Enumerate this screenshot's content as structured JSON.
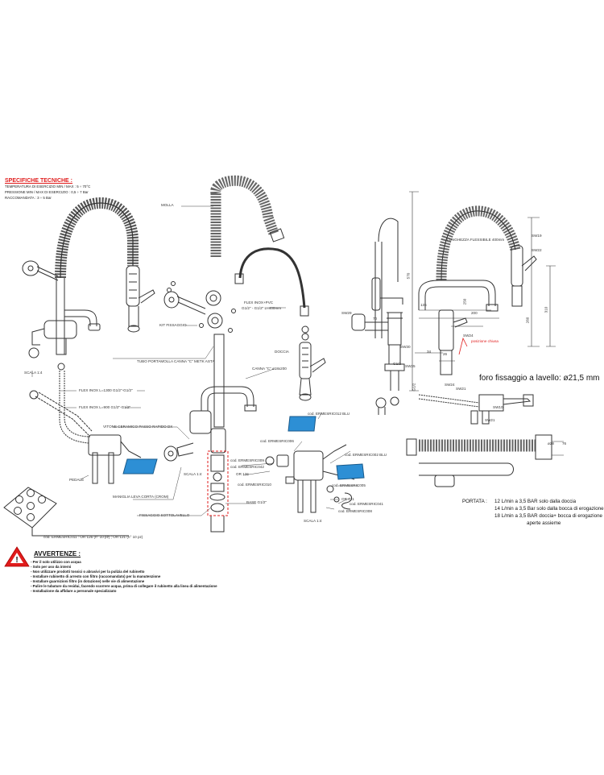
{
  "specs": {
    "title": "SPECIFICHE TECNICHE :",
    "lines": [
      "TEMPERATURA DI ESERCIZIO MIN / MAX : 5 ÷ 70°C",
      "PRESSIONE MIN / MAX DI ESERCIZIO : 0,5 ÷ 7 Bar",
      "RACCOMANDATA : 3 ÷ 5 Bar"
    ]
  },
  "exploded_labels": {
    "molla": "MOLLA",
    "kit_fissaggio": "KIT FISSAGGIO",
    "flex_pvc": "FLEX INOX+PVC",
    "flex_pvc_2": "G1/2\" - G1/2\" L=400mm",
    "tubo": "TUBO PORTAMOLLA CANNA \"C\" METK ASTA",
    "doccia": "DOCCIA",
    "canna": "CANNA \"C\" ø18x200",
    "scala_left": "SCALA 1:4",
    "flex1": "FLEX INOX L=1300 G1/2\"-G1/2\"",
    "flex2": "FLEX INOX L=900 G1/2\"-G1/2\"",
    "vitone": "VITONE CERAMICO PASSO RAPIDO DX",
    "pedale": "PEDALE",
    "scala_mid": "SCALA 1:4",
    "maniglia": "MANIGLIA LEVA CORTA (CROM)",
    "fissaggio": "FISSAGGIO SOTTOLAVELLO",
    "cod6": "cod. ERMESRIC006",
    "cod9": "cod. ERMESRIC009",
    "cod42": "cod. ERMESRIC042",
    "or126": "OR 126",
    "cod10": "cod. ERMESRIC010",
    "base": "BASE G1/2\"",
    "cod12": "cod. ERMESRIC012 BLU",
    "cod2": "cod. ERMESRIC002 BLU",
    "cod5": "cod. ERMESRIC005",
    "or121": "OR 121",
    "cod41": "cod. ERMESRIC041",
    "cod8": "cod. ERMESRIC008",
    "scala_right": "SCALA 1:4",
    "cod11": "cod. ERMESRIC011 : OR 126 (n° 10 pz) ; OR 121 (n° 10 pz)"
  },
  "dimensions": {
    "lunghezza": "LUNGHEZZA FLESSIBILE 400mm",
    "sw19": "SW19",
    "sw22": "SW22",
    "sw29": "SW29",
    "sw30": "SW30",
    "sw25": "SW25",
    "sw24a": "SW24",
    "sw24b": "SW24",
    "sw21a": "SW21",
    "sw10": "SW10",
    "sw21b": "SW21",
    "g12a": "G1/2",
    "g12b": "G1/2",
    "d570": "570",
    "d135": "135",
    "d200": "200",
    "d70": "70",
    "d250": "250",
    "d260": "260",
    "d310": "310",
    "d26": "26",
    "d34": "34",
    "d28": "ø28",
    "d76": "76",
    "posizione": "posizione chiusa",
    "foro": "foro fissaggio a lavello: ø21,5 mm"
  },
  "portata": {
    "label": "PORTATA :",
    "lines": [
      "12 L/min a 3,5 BAR solo dalla doccia",
      "14 L/min a 3,5 Bar solo dalla bocca di erogazione",
      "18 L/min a 3,5 BAR doccia+ bocca di erogazione",
      "aperte assieme"
    ]
  },
  "warnings": {
    "title": "AVVERTENZE :",
    "items": [
      "- Per il solo utilizzo con acqua",
      "- Solo per uso da interni",
      "- Non utilizzare prodotti tossici o abrasivi per la pulizia del rubinetto",
      "- Installare rubinetto di arresto con filtro (raccomandato) per la manutenzione",
      "- Installare guarnizioni filtro (in dotazione) nelle vie di alimentazione",
      "- Pulire le tubature da residui, facendo scorrere acqua, prima di collegare il rubinetto alla linea di alimentazione",
      "- Installazione da affidare a personale specializzato"
    ]
  },
  "colors": {
    "accent_blue": "#2d8fd5",
    "warning_red": "#e01c1c",
    "line": "#333333"
  },
  "icons": {
    "warning": "warning-triangle-icon"
  }
}
